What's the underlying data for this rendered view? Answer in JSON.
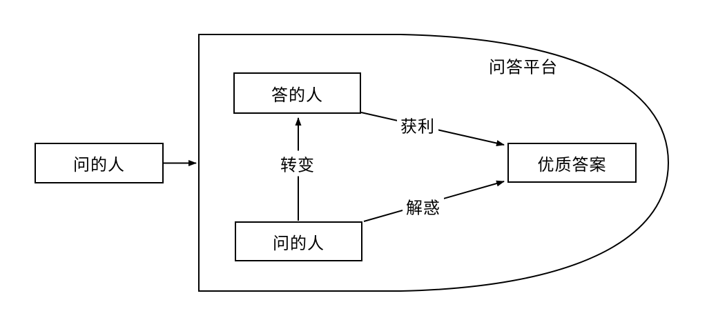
{
  "diagram": {
    "platform_label": "问答平台",
    "nodes": {
      "asker_outside": "问的人",
      "answerer": "答的人",
      "asker_inside": "问的人",
      "quality_answer": "优质答案"
    },
    "edge_labels": {
      "transform": "转变",
      "profit": "获利",
      "solve": "解惑"
    },
    "edges": [
      {
        "from": "asker_outside",
        "to": "platform",
        "label": ""
      },
      {
        "from": "asker_inside",
        "to": "answerer",
        "label": "转变"
      },
      {
        "from": "answerer",
        "to": "quality_answer",
        "label": "获利"
      },
      {
        "from": "asker_inside",
        "to": "quality_answer",
        "label": "解惑"
      }
    ],
    "colors": {
      "stroke": "#000000",
      "background": "#ffffff",
      "text": "#000000"
    }
  }
}
